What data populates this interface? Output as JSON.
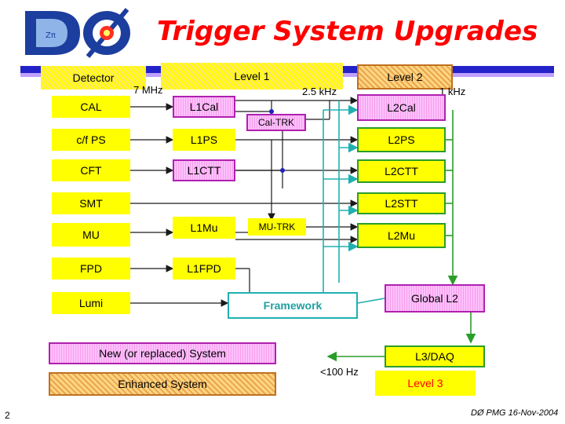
{
  "title": "Trigger System Upgrades",
  "logo_text": "DØ",
  "headers": {
    "detector": "Detector",
    "level1": "Level 1",
    "level2": "Level 2"
  },
  "rates": {
    "l1_in": "7 MHz",
    "l1_out": "2.5 kHz",
    "l2_out": "1 kHz",
    "l3_out": "<100 Hz"
  },
  "detectors": [
    "CAL",
    "c/f PS",
    "CFT",
    "SMT",
    "MU",
    "FPD",
    "Lumi"
  ],
  "level1_boxes": [
    "L1Cal",
    "L1PS",
    "L1CTT",
    "L1Mu",
    "L1FPD"
  ],
  "cross_boxes": {
    "cal_trk": "Cal-TRK",
    "mu_trk": "MU-TRK",
    "framework": "Framework"
  },
  "level2_boxes": [
    "L2Cal",
    "L2PS",
    "L2CTT",
    "L2STT",
    "L2Mu"
  ],
  "global_l2": "Global L2",
  "l3daq": "L3/DAQ",
  "level3": "Level 3",
  "legend": {
    "new_system": "New (or replaced) System",
    "enhanced_system": "Enhanced System"
  },
  "footer": {
    "page_number": "2",
    "meeting": "DØ PMG 16-Nov-2004"
  },
  "colors": {
    "title": "#ff0000",
    "framework_text": "#20a0a0",
    "level3_text": "#ff0000",
    "arrows": "#1a1a1a",
    "green": "#2a9d2a",
    "teal": "#20b0b0",
    "blue_bar": "#2020c0"
  }
}
